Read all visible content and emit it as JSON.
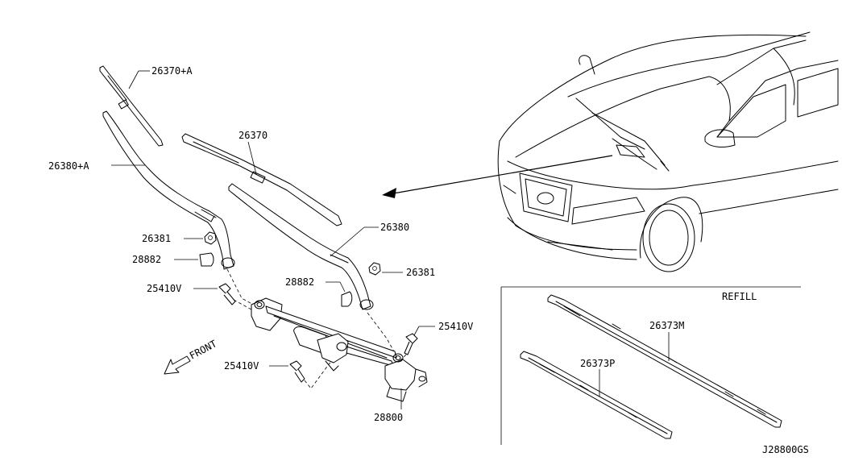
{
  "diagram": {
    "labels": {
      "wiper_blade_passenger": "26370+A",
      "wiper_arm_passenger": "26380+A",
      "wiper_blade_driver": "26370",
      "wiper_arm_driver": "26380",
      "nut_left": "26381",
      "cap_left": "28882",
      "bolt_upper_left": "25410V",
      "cap_right": "28882",
      "nut_right": "26381",
      "bolt_right": "25410V",
      "bolt_lower": "25410V",
      "linkage_assembly": "28800",
      "front_indicator": "FRONT",
      "refill_header": "REFILL",
      "refill_long": "26373M",
      "refill_short": "26373P",
      "diagram_code": "J28800GS"
    },
    "icons": [
      "front-arrow-icon",
      "vehicle-illustration"
    ]
  }
}
